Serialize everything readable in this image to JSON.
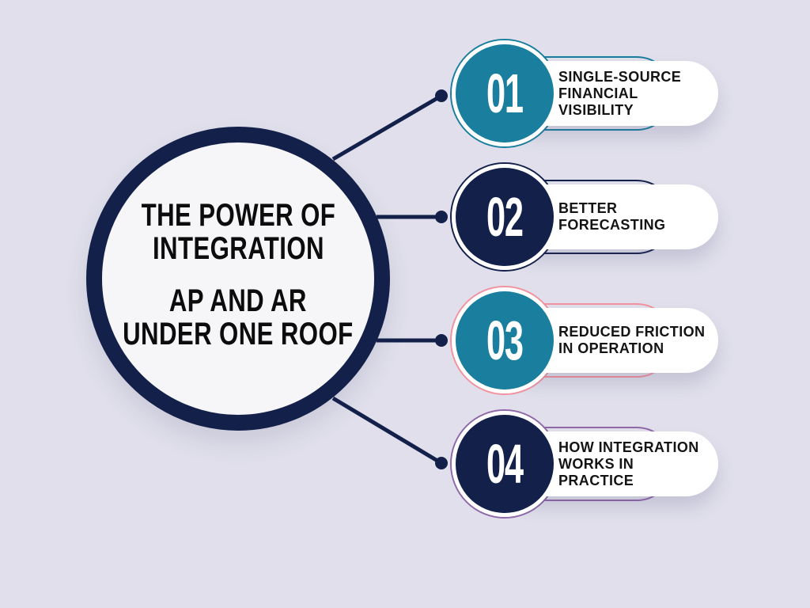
{
  "colors": {
    "background": "#e0dfeb",
    "navy": "#13204a",
    "teal": "#1a7f9e",
    "pink": "#f2929e",
    "purple": "#8f68a8",
    "card_background": "#ffffff",
    "circle_fill": "#f6f6f8",
    "title_text": "#0c0c0c",
    "number_text": "#ffffff"
  },
  "center": {
    "title": "THE POWER OF INTEGRATION",
    "title_lines": [
      "THE POWER OF",
      "INTEGRATION"
    ],
    "subtitle": "AP AND AR UNDER ONE ROOF",
    "subtitle_lines": [
      "AP AND AR",
      "UNDER ONE ROOF"
    ]
  },
  "items": [
    {
      "number": "01",
      "label": "SINGLE-SOURCE FINANCIAL VISIBILITY",
      "label_lines": [
        "SINGLE-SOURCE",
        "FINANCIAL",
        "VISIBILITY"
      ],
      "accent": "#1a7f9e",
      "disc": "#1a7f9e"
    },
    {
      "number": "02",
      "label": "BETTER FORECASTING",
      "label_lines": [
        "BETTER",
        "FORECASTING"
      ],
      "accent": "#13204a",
      "disc": "#13204a"
    },
    {
      "number": "03",
      "label": "REDUCED FRICTION IN OPERATION",
      "label_lines": [
        "REDUCED FRICTION",
        "IN OPERATION"
      ],
      "accent": "#f2929e",
      "disc": "#1a7f9e"
    },
    {
      "number": "04",
      "label": "HOW INTEGRATION WORKS IN PRACTICE",
      "label_lines": [
        "HOW INTEGRATION",
        "WORKS IN",
        "PRACTICE"
      ],
      "accent": "#8f68a8",
      "disc": "#13204a"
    }
  ]
}
